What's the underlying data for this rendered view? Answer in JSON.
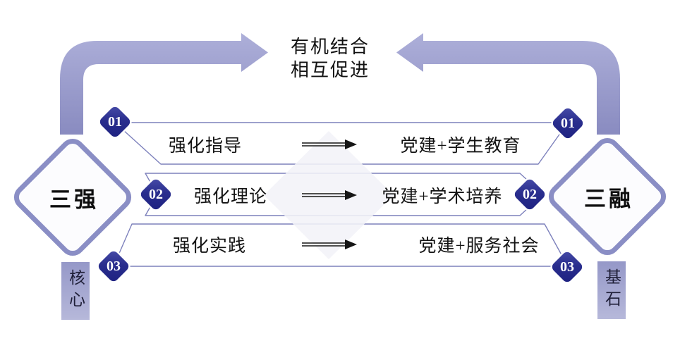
{
  "title": {
    "line1": "有机结合",
    "line2": "相互促进"
  },
  "left_diamond": {
    "label": "三强",
    "tag": "核心"
  },
  "right_diamond": {
    "label": "三融",
    "tag": "基石"
  },
  "rows": [
    {
      "badge": "01",
      "left": "强化指导",
      "right": "党建+学生教育"
    },
    {
      "badge": "02",
      "left": "强化理论",
      "right": "党建+学术培养"
    },
    {
      "badge": "03",
      "left": "强化实践",
      "right": "党建+服务社会"
    }
  ],
  "colors": {
    "curved_arrow_top": "#aaacd7",
    "curved_arrow_bottom": "#8a8cc0",
    "badge_blue": "#23277f",
    "banner_outline": "#7d81bc",
    "diamond_outline": "#8a8ec5",
    "tag_fill": "#a3a5cf",
    "flow_arrow": "#161616",
    "backdrop_diamond": "#f2f3f8",
    "text": "#131313"
  }
}
